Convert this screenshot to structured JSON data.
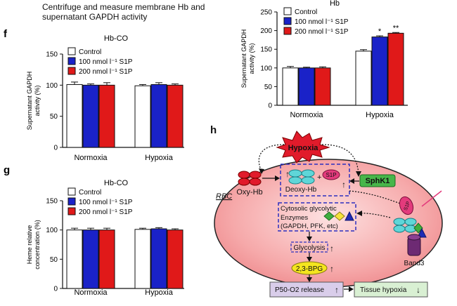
{
  "header": {
    "line1": "Centrifuge and measure membrane Hb and",
    "line2": "supernatant GAPDH activity"
  },
  "colors": {
    "control": "#ffffff",
    "s1p_100": "#1a22c8",
    "s1p_200": "#e01919",
    "axis": "#111111"
  },
  "legend_entries": [
    "Control",
    "100 nmol l⁻¹ S1P",
    "200 nmol l⁻¹ S1P"
  ],
  "chart_data": [
    {
      "panel": "f",
      "type": "bar",
      "title": "Hb-CO",
      "ylabel_lines": [
        "Supernatant GAPDH",
        "activity (%)"
      ],
      "categories": [
        "Normoxia",
        "Hypoxia"
      ],
      "ylim": [
        0,
        150
      ],
      "yticks": [
        "0",
        "50",
        "100",
        "150"
      ],
      "series": [
        {
          "name": "Control",
          "values": [
            101,
            99
          ],
          "errors": [
            4,
            2
          ]
        },
        {
          "name": "100 nmol l⁻¹ S1P",
          "values": [
            100,
            101
          ],
          "errors": [
            2,
            3
          ]
        },
        {
          "name": "200 nmol l⁻¹ S1P",
          "values": [
            100,
            100
          ],
          "errors": [
            4,
            2
          ]
        }
      ],
      "stars": [
        [
          "",
          "",
          ""
        ],
        [
          "",
          "",
          ""
        ]
      ]
    },
    {
      "panel": "",
      "type": "bar",
      "title": "Hb",
      "ylabel_lines": [
        "Supernatant GAPDH",
        "activity (%)"
      ],
      "categories": [
        "Normoxia",
        "Hypoxia"
      ],
      "ylim": [
        0,
        250
      ],
      "yticks": [
        "0",
        "50",
        "100",
        "150",
        "200",
        "250"
      ],
      "series": [
        {
          "name": "Control",
          "values": [
            100,
            145
          ],
          "errors": [
            4,
            4
          ]
        },
        {
          "name": "100 nmol l⁻¹ S1P",
          "values": [
            100,
            183
          ],
          "errors": [
            2,
            3
          ]
        },
        {
          "name": "200 nmol l⁻¹ S1P",
          "values": [
            100,
            193
          ],
          "errors": [
            3,
            2
          ]
        }
      ],
      "stars": [
        [
          "",
          "",
          ""
        ],
        [
          "",
          "*",
          "**"
        ]
      ]
    },
    {
      "panel": "g",
      "type": "bar",
      "title": "Hb-CO",
      "ylabel_lines": [
        "Heme relative",
        "concentration (%)"
      ],
      "categories": [
        "Normoxia",
        "Hypoxia"
      ],
      "ylim": [
        0,
        150
      ],
      "yticks": [
        "0",
        "50",
        "100",
        "150"
      ],
      "series": [
        {
          "name": "Control",
          "values": [
            100,
            101
          ],
          "errors": [
            3,
            2
          ]
        },
        {
          "name": "100 nmol l⁻¹ S1P",
          "values": [
            100,
            102
          ],
          "errors": [
            3,
            2
          ]
        },
        {
          "name": "200 nmol l⁻¹ S1P",
          "values": [
            100,
            100
          ],
          "errors": [
            3,
            2
          ]
        }
      ],
      "stars": [
        [
          "",
          "",
          ""
        ],
        [
          "",
          "",
          ""
        ]
      ]
    }
  ],
  "diagram": {
    "panel_label": "h",
    "hypoxia": "Hypoxia",
    "rbc": "RBC",
    "oxy_hb": "Oxy-Hb",
    "deoxy_hb": "Deoxy-Hb",
    "s1p": "S1P",
    "sphk1": "SphK1",
    "enzymes": [
      "Cytosolic glycolytic",
      "Enzymes",
      "(GAPDH, PFK, etc)"
    ],
    "glycolysis": "Glycolysis",
    "bpg": "2,3-BPG",
    "band3": "Band3",
    "p50": "P50-O2 release",
    "tissue": "Tissue hypoxia",
    "up_arrow": "↑",
    "down_arrow": "↓",
    "plus": "+"
  }
}
